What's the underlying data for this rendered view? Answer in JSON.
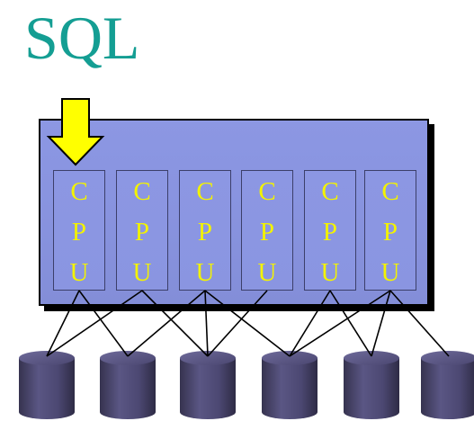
{
  "title": "SQL",
  "cpu_units": [
    {
      "letters": [
        "C",
        "P",
        "U"
      ]
    },
    {
      "letters": [
        "C",
        "P",
        "U"
      ]
    },
    {
      "letters": [
        "C",
        "P",
        "U"
      ]
    },
    {
      "letters": [
        "C",
        "P",
        "U"
      ]
    },
    {
      "letters": [
        "C",
        "P",
        "U"
      ]
    },
    {
      "letters": [
        "C",
        "P",
        "U"
      ]
    }
  ],
  "disk_count": 6,
  "connections": [
    [
      0,
      0
    ],
    [
      0,
      1
    ],
    [
      1,
      0
    ],
    [
      1,
      2
    ],
    [
      2,
      1
    ],
    [
      2,
      2
    ],
    [
      2,
      3
    ],
    [
      3,
      2
    ],
    [
      4,
      3
    ],
    [
      4,
      4
    ],
    [
      5,
      3
    ],
    [
      5,
      4
    ],
    [
      5,
      5
    ]
  ],
  "colors": {
    "title": "#149e93",
    "panel": "#8893df",
    "cpu_text": "#f3f300",
    "arrow": "#ffff00",
    "disk": "#4e4a75"
  },
  "icons": {
    "arrow": "down-arrow-icon",
    "disk": "database-cylinder-icon"
  }
}
